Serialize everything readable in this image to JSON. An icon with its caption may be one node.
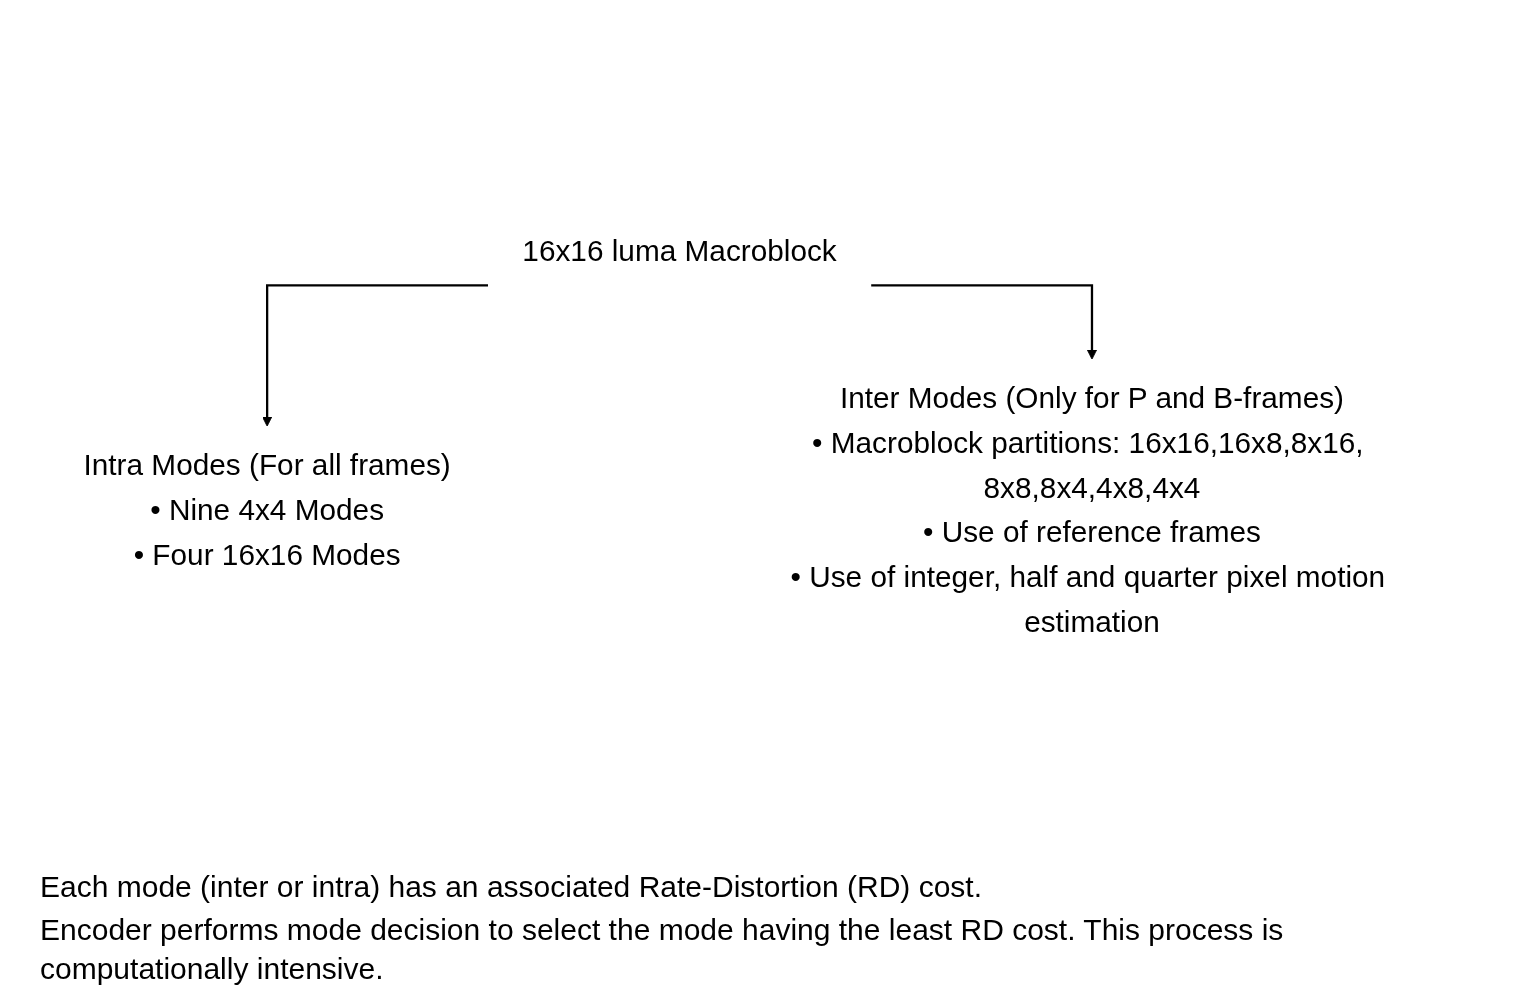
{
  "diagram": {
    "nodes": [
      {
        "text": [
          "16x16 luma Macroblock"
        ]
      },
      {
        "text": [
          "Intra Modes (For all frames)",
          "• Nine 4x4 Modes",
          "• Four 16x16 Modes"
        ]
      },
      {
        "text": [
          "Inter Modes (Only for P and B-frames)",
          "• Macroblock partitions: 16x16,16x8,8x16, 8x8,8x4,4x8,4x4",
          "• Use of reference frames",
          "• Use of integer, half and quarter pixel motion estimation"
        ]
      }
    ],
    "edges": [
      {
        "from": 0,
        "to": 1,
        "arrow": "to"
      },
      {
        "from": 0,
        "to": 2,
        "arrow": "to"
      }
    ],
    "labels": [
      "Each mode (inter or intra) has an associated Rate-Distortion (RD) cost.",
      "Encoder performs mode decision to select the mode having the least RD cost.  This process is computationally intensive."
    ]
  }
}
